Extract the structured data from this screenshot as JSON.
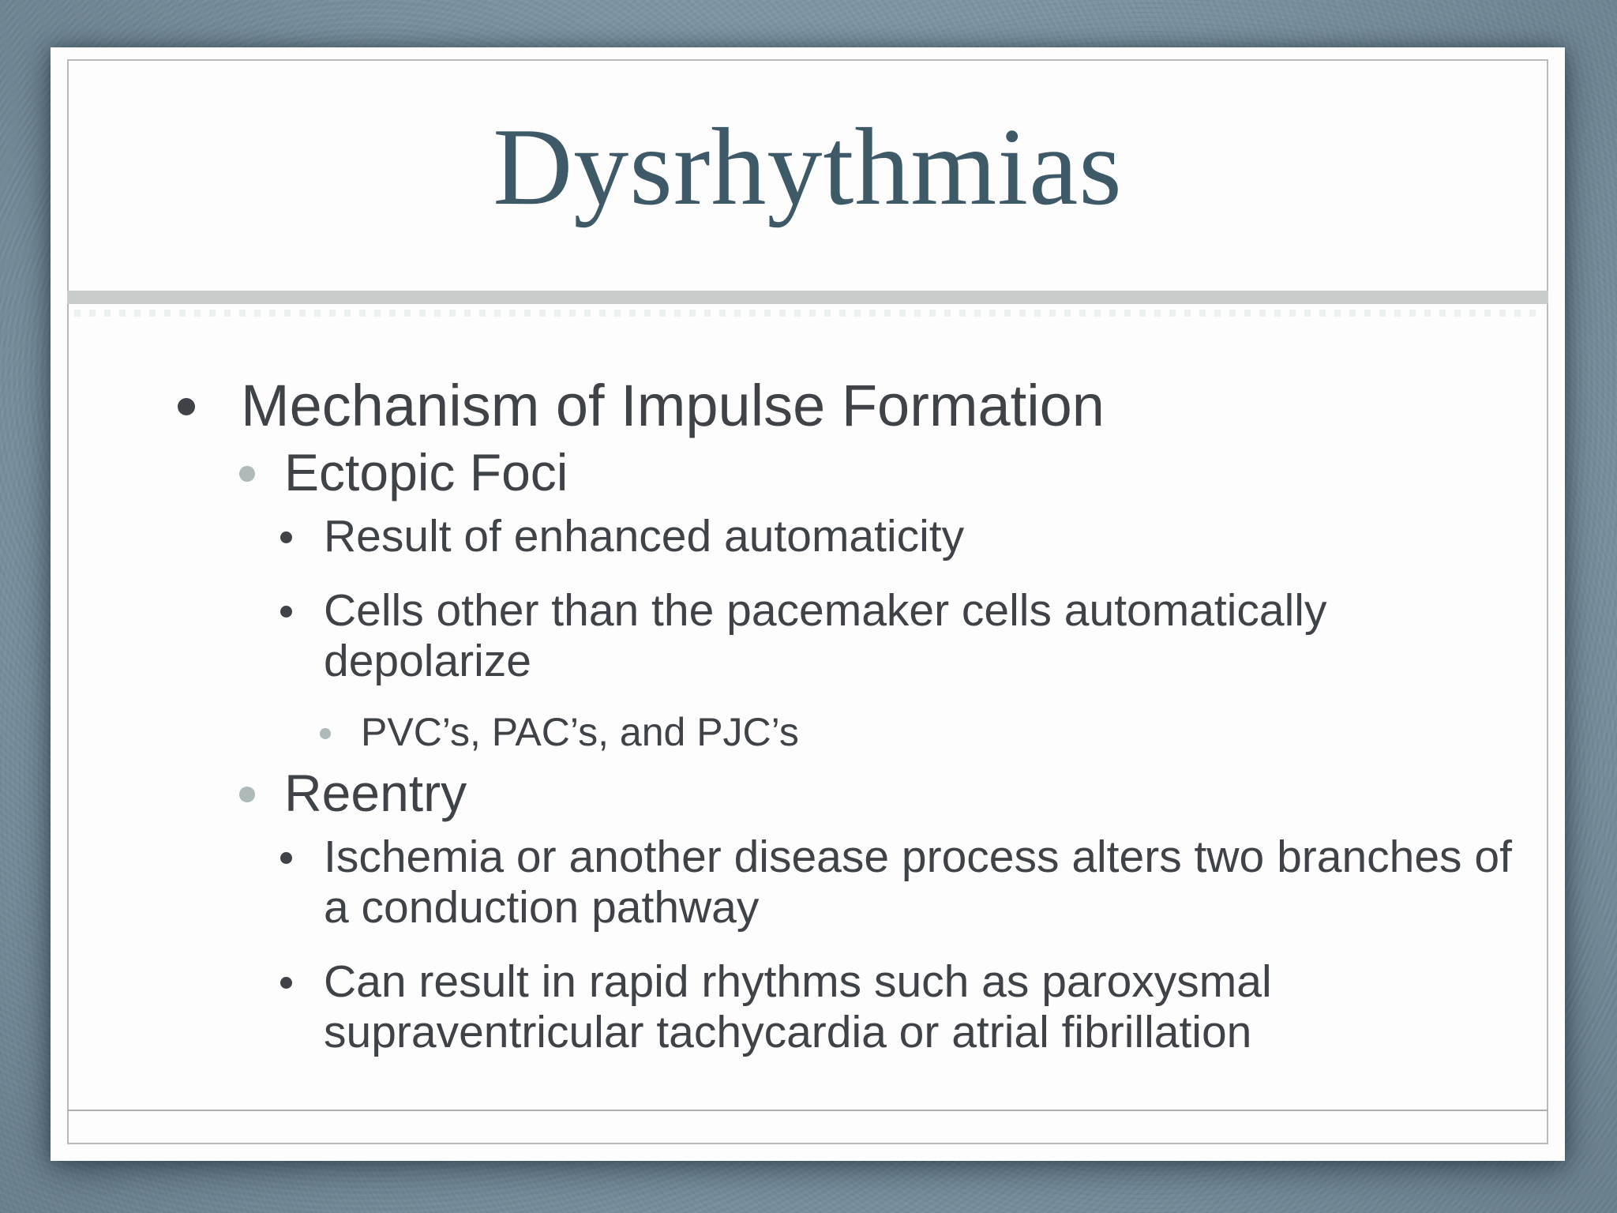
{
  "slide": {
    "title": "Dysrhythmias",
    "bullets": [
      {
        "level": 1,
        "text": "Mechanism of Impulse Formation"
      },
      {
        "level": 2,
        "text": "Ectopic Foci"
      },
      {
        "level": 3,
        "text": "Result of enhanced automaticity"
      },
      {
        "level": 3,
        "text": "Cells other than the pacemaker cells automatically depolarize"
      },
      {
        "level": 4,
        "text": "PVC’s, PAC’s, and PJC’s"
      },
      {
        "level": 2,
        "text": "Reentry"
      },
      {
        "level": 3,
        "text": "Ischemia or another disease process alters two branches of a conduction pathway"
      },
      {
        "level": 3,
        "text": "Can result in rapid rhythms such as paroxysmal supraventricular tachycardia or atrial fibrillation"
      }
    ],
    "colors": {
      "background": "#8097a5",
      "card": "#fdfdfe",
      "title_text": "#3e5a68",
      "body_text": "#3f4347",
      "light_bullet": "#aeb9ba",
      "dark_bullet": "#3f4347",
      "separator_band": "#c8cdcc",
      "inner_border": "#b7bab7",
      "footer_divider": "#adb0ad"
    }
  }
}
